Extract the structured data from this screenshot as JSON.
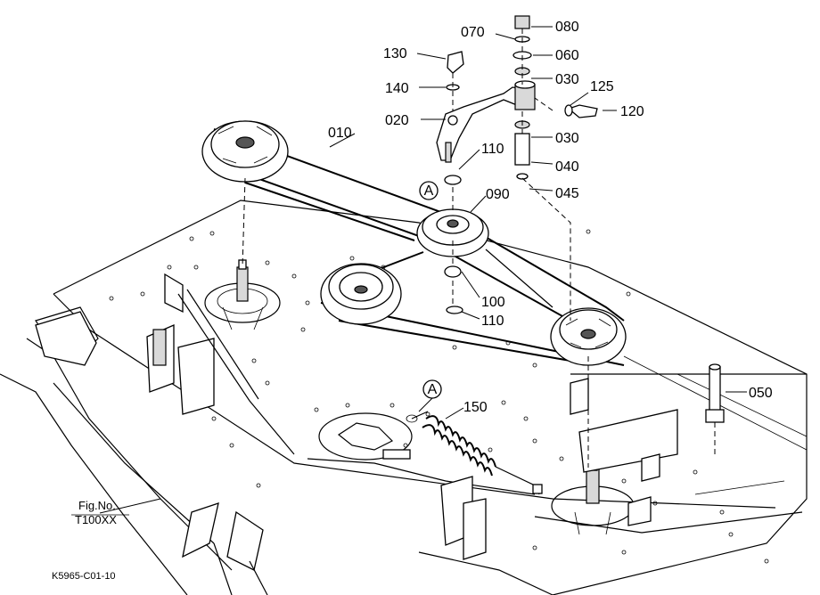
{
  "diagram": {
    "figure_caption": {
      "line1": "Fig.No.",
      "line2": "T100XX"
    },
    "image_code": "K5965-C01-10",
    "callout_marker": "A",
    "parts": [
      {
        "id": "p080",
        "number": "080"
      },
      {
        "id": "p070",
        "number": "070"
      },
      {
        "id": "p060",
        "number": "060"
      },
      {
        "id": "p130",
        "number": "130"
      },
      {
        "id": "p030a",
        "number": "030"
      },
      {
        "id": "p125",
        "number": "125"
      },
      {
        "id": "p140",
        "number": "140"
      },
      {
        "id": "p120",
        "number": "120"
      },
      {
        "id": "p020",
        "number": "020"
      },
      {
        "id": "p030b",
        "number": "030"
      },
      {
        "id": "p010",
        "number": "010"
      },
      {
        "id": "p110a",
        "number": "110"
      },
      {
        "id": "p040",
        "number": "040"
      },
      {
        "id": "p045",
        "number": "045"
      },
      {
        "id": "p090",
        "number": "090"
      },
      {
        "id": "p100",
        "number": "100"
      },
      {
        "id": "p110b",
        "number": "110"
      },
      {
        "id": "p050",
        "number": "050"
      },
      {
        "id": "p150",
        "number": "150"
      }
    ]
  }
}
